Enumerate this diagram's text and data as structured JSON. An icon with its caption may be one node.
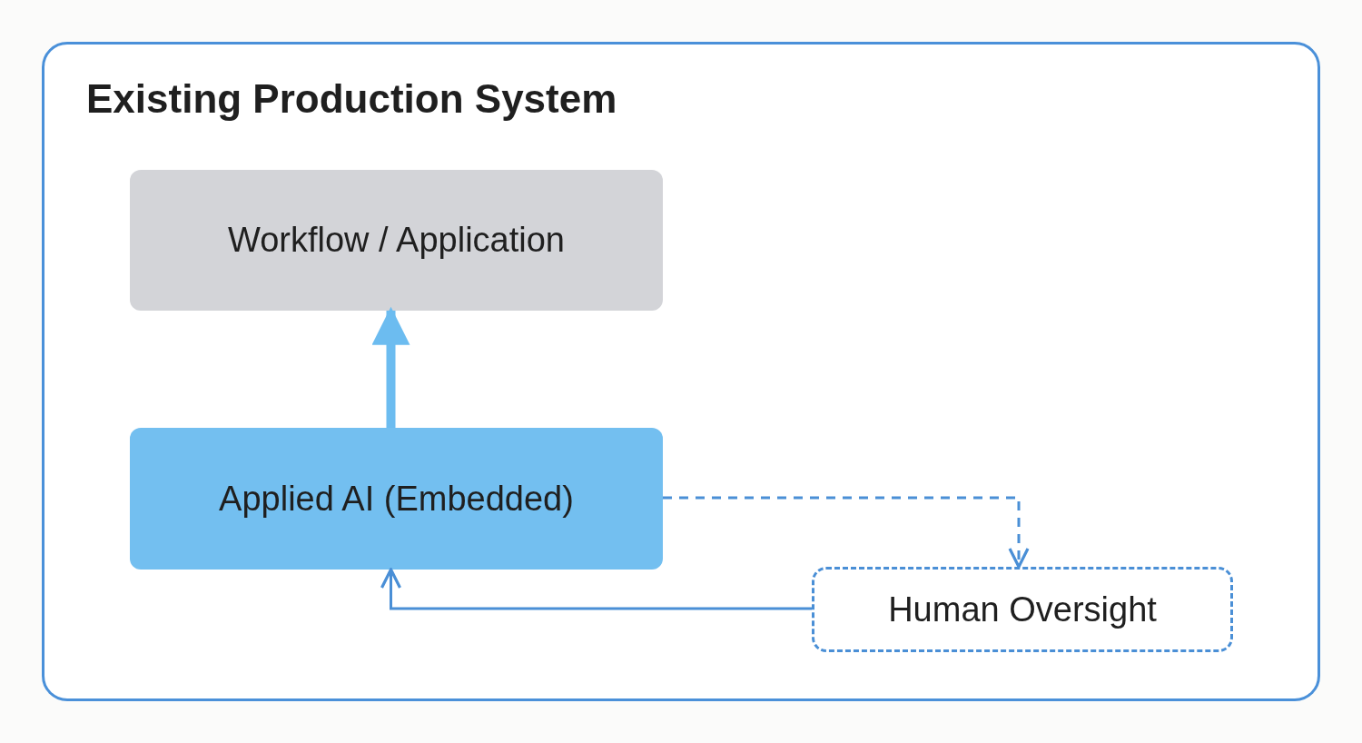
{
  "diagram": {
    "nodes": [
      {
        "text": [
          "Existing Production System"
        ]
      },
      {
        "text": [
          "Workflow / Application"
        ],
        "in": 0
      },
      {
        "text": [
          "Applied AI (Embedded)"
        ],
        "in": 0
      },
      {
        "text": [
          "Human Oversight"
        ],
        "in": 0
      }
    ],
    "edges": [
      {
        "from": 2,
        "to": 1,
        "arrow": "to",
        "style": "thick",
        "color": "#6cbcf0"
      },
      {
        "from": 2,
        "to": 3,
        "arrow": "to",
        "style": "dashed"
      },
      {
        "from": 3,
        "to": 2,
        "arrow": "to"
      }
    ]
  }
}
